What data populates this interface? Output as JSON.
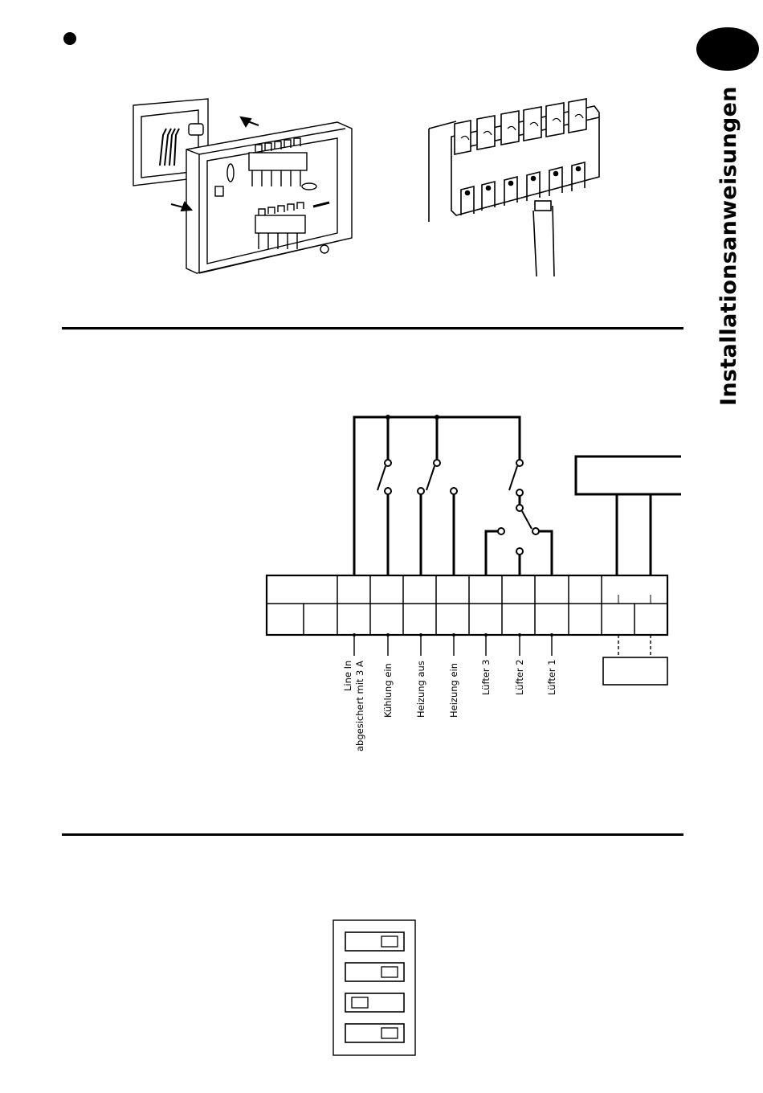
{
  "side_tab": {
    "heading": "Installationsanweisungen"
  },
  "wiring": {
    "terminal_labels": [
      [
        "Line In",
        "abgesichert mit 3 A"
      ],
      [
        "Kühlung ein"
      ],
      [
        "Heizung aus"
      ],
      [
        "Heizung ein"
      ],
      [
        "Lüfter 3"
      ],
      [
        "Lüfter 2"
      ],
      [
        "Lüfter 1"
      ]
    ]
  },
  "dip_switch": {
    "positions": [
      "right",
      "right",
      "left",
      "right"
    ]
  }
}
